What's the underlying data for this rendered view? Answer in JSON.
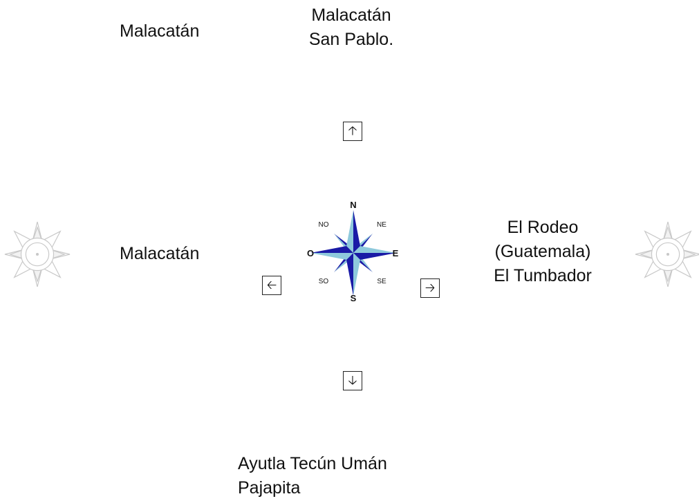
{
  "places": {
    "northwest": [
      "Malacatán"
    ],
    "north": [
      "Malacatán",
      "San Pablo."
    ],
    "west": [
      "Malacatán"
    ],
    "east": [
      "El Rodeo",
      "(Guatemala)",
      "El Tumbador"
    ],
    "south": [
      "Ayutla Tecún Umán",
      "Pajapita"
    ]
  },
  "arrows": {
    "north": "🡡",
    "south": "🡣",
    "west": "🡠",
    "east": "🡢"
  },
  "compass_labels": {
    "n": "N",
    "s": "S",
    "e": "E",
    "o": "O",
    "ne": "NE",
    "no": "NO",
    "se": "SE",
    "so": "SO"
  },
  "colors": {
    "rose_dark": "#1a1aa6",
    "rose_light": "#8ec9dc",
    "deco_gray": "#c8c8c8"
  }
}
